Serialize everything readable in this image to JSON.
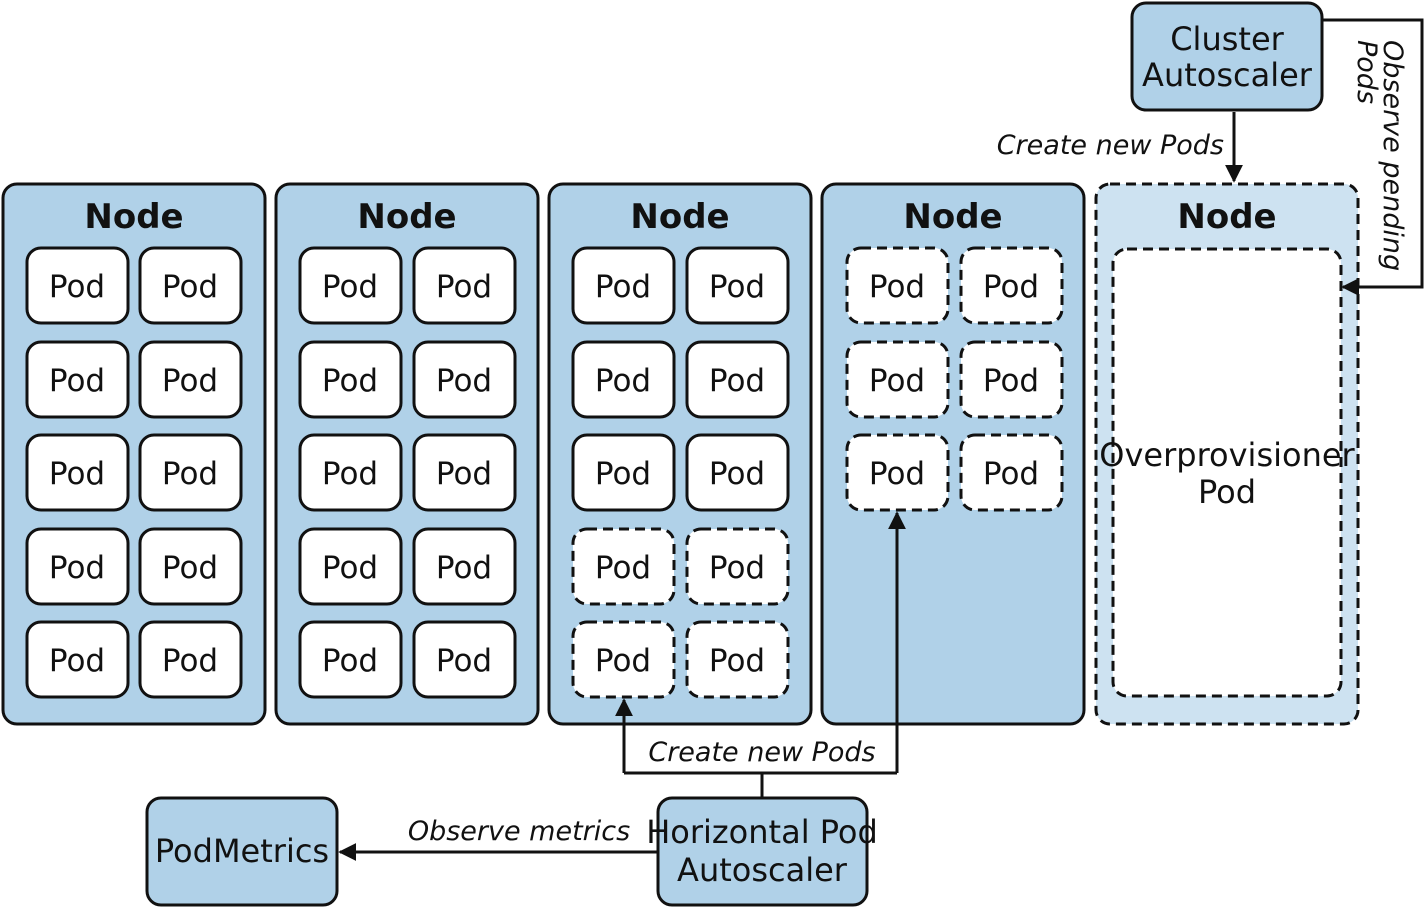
{
  "nodes": [
    {
      "title": "Node",
      "pods": [
        "Pod",
        "Pod",
        "Pod",
        "Pod",
        "Pod",
        "Pod",
        "Pod",
        "Pod",
        "Pod",
        "Pod"
      ]
    },
    {
      "title": "Node",
      "pods": [
        "Pod",
        "Pod",
        "Pod",
        "Pod",
        "Pod",
        "Pod",
        "Pod",
        "Pod",
        "Pod",
        "Pod"
      ]
    },
    {
      "title": "Node",
      "pods": [
        "Pod",
        "Pod",
        "Pod",
        "Pod",
        "Pod",
        "Pod",
        "Pod",
        "Pod",
        "Pod",
        "Pod"
      ],
      "pending_pods": [
        6,
        7,
        8,
        9
      ]
    },
    {
      "title": "Node",
      "pods": [
        "Pod",
        "Pod",
        "Pod",
        "Pod",
        "Pod",
        "Pod"
      ],
      "pending_pods": [
        0,
        1,
        2,
        3,
        4,
        5
      ]
    },
    {
      "title": "Node",
      "pending_node": true,
      "overprovisioner": [
        "Overprovisioner",
        "Pod"
      ]
    }
  ],
  "cluster_autoscaler": [
    "Cluster",
    "Autoscaler"
  ],
  "hpa": [
    "Horizontal Pod",
    "Autoscaler"
  ],
  "podmetrics": "PodMetrics",
  "edges": {
    "ca_create": "Create new Pods",
    "ca_observe": [
      "Observe pending",
      "Pods"
    ],
    "hpa_create": "Create new Pods",
    "hpa_observe": "Observe metrics"
  }
}
